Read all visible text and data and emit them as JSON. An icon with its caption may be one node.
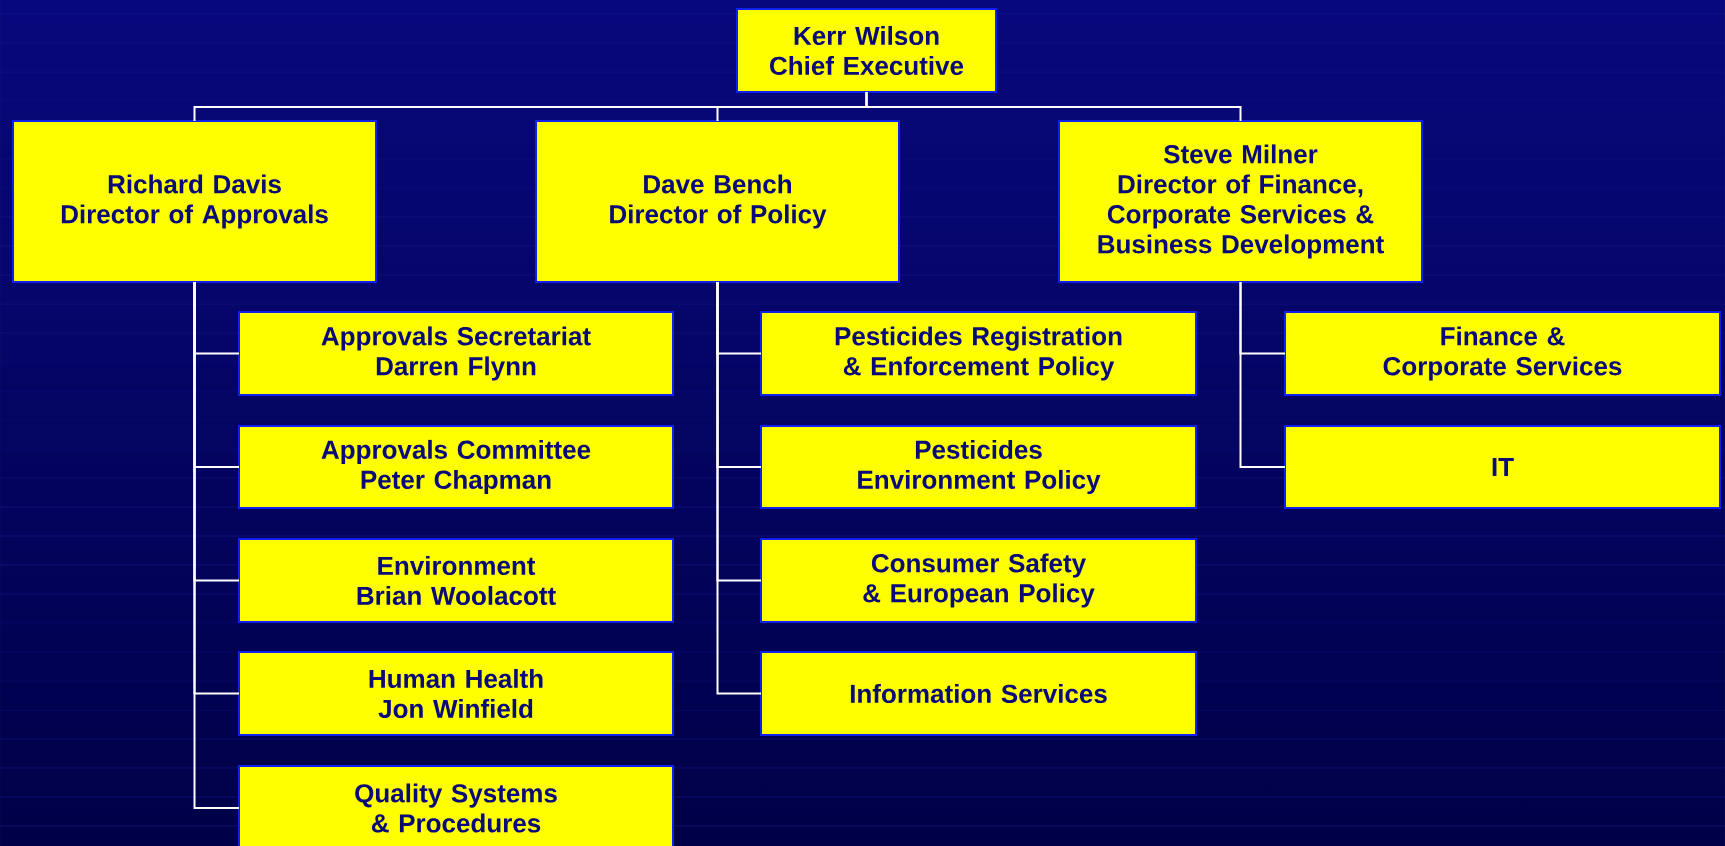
{
  "diagram": {
    "nodes": [
      {
        "text": [
          "Kerr Wilson",
          "Chief Executive"
        ]
      },
      {
        "text": [
          "Richard Davis",
          "Director of Approvals"
        ]
      },
      {
        "text": [
          "Dave Bench",
          "Director of Policy"
        ]
      },
      {
        "text": [
          "Steve Milner",
          "Director of Finance, Corporate Services & Business Development"
        ]
      },
      {
        "text": [
          "Approvals Secretariat",
          "Darren Flynn"
        ]
      },
      {
        "text": [
          "Approvals Committee",
          "Peter Chapman"
        ]
      },
      {
        "text": [
          "Environment",
          "Brian Woolacott"
        ]
      },
      {
        "text": [
          "Human Health",
          "Jon Winfield"
        ]
      },
      {
        "text": [
          "Quality Systems & Procedures"
        ]
      },
      {
        "text": [
          "Pesticides Registration & Enforcement Policy"
        ]
      },
      {
        "text": [
          "Pesticides Environment Policy"
        ]
      },
      {
        "text": [
          "Consumer Safety & European Policy"
        ]
      },
      {
        "text": [
          "Information Services"
        ]
      },
      {
        "text": [
          "Finance & Corporate Services"
        ]
      },
      {
        "text": [
          "IT"
        ]
      }
    ],
    "edges": [
      {
        "from": 0,
        "to": 1,
        "arrow": "none"
      },
      {
        "from": 0,
        "to": 2,
        "arrow": "none"
      },
      {
        "from": 0,
        "to": 3,
        "arrow": "none"
      },
      {
        "from": 1,
        "to": 4,
        "arrow": "none"
      },
      {
        "from": 1,
        "to": 5,
        "arrow": "none"
      },
      {
        "from": 1,
        "to": 6,
        "arrow": "none"
      },
      {
        "from": 1,
        "to": 7,
        "arrow": "none"
      },
      {
        "from": 1,
        "to": 8,
        "arrow": "none"
      },
      {
        "from": 2,
        "to": 9,
        "arrow": "none"
      },
      {
        "from": 2,
        "to": 10,
        "arrow": "none"
      },
      {
        "from": 2,
        "to": 11,
        "arrow": "none"
      },
      {
        "from": 2,
        "to": 12,
        "arrow": "none"
      },
      {
        "from": 3,
        "to": 13,
        "arrow": "none"
      },
      {
        "from": 3,
        "to": 14,
        "arrow": "none"
      }
    ]
  }
}
